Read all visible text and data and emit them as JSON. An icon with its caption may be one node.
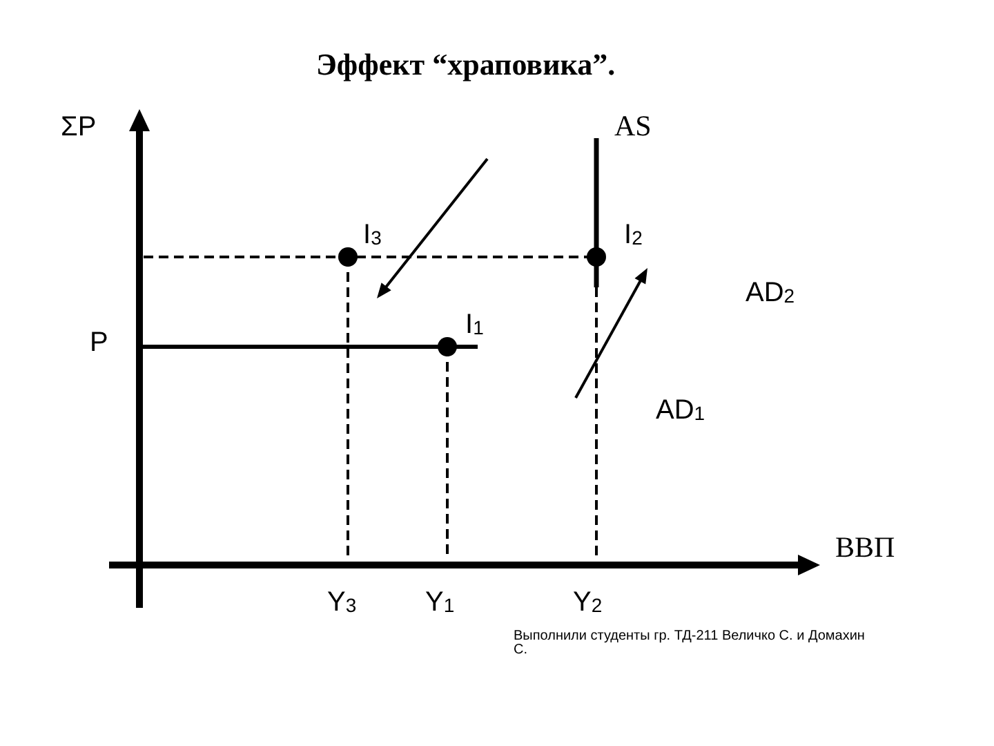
{
  "diagram": {
    "title": "Эффект “храповика”.",
    "nodes": [
      {
        "text": [],
        "shape": "circle",
        "beside": [
          "I$_{3}$"
        ]
      },
      {
        "text": [],
        "shape": "circle",
        "beside": [
          "I$_{2}$"
        ]
      },
      {
        "text": [],
        "shape": "circle",
        "beside": [
          "I$_{1}$"
        ]
      }
    ],
    "labels": [
      "ΣP",
      "AS",
      "AD$_{2}$",
      "P",
      "AD$_{1}$",
      "ВВП",
      "Y$_{3}$",
      "Y$_{1}$",
      "Y$_{2}$",
      "Выполнили студенты гр. ТД-211 Величко С. и Домахин С."
    ]
  }
}
